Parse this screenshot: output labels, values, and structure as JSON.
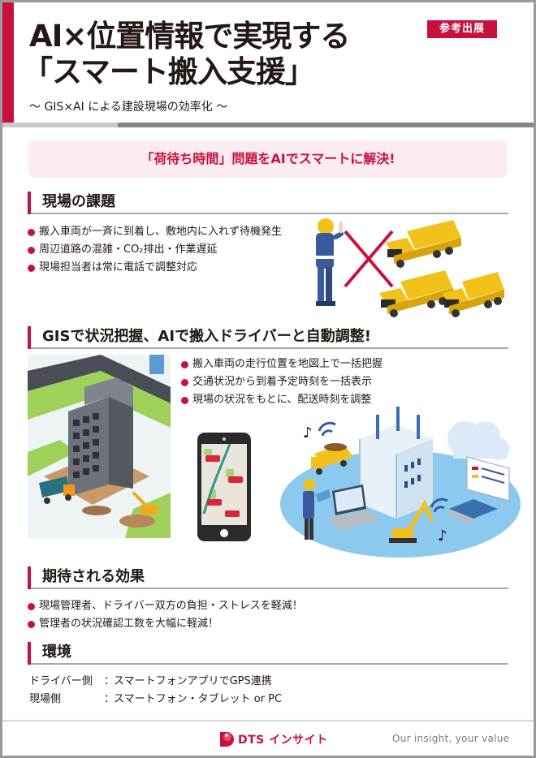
{
  "header": {
    "title_line1": "AI×位置情報で実現する",
    "title_line2": "「スマート搬入支援」",
    "badge": "参考出展",
    "subtitle": "～ GIS×AI による建設現場の効率化 ～"
  },
  "banner": {
    "text": "「荷待ち時間」問題をAIでスマートに解決!"
  },
  "sections": {
    "issues": {
      "heading": "現場の課題",
      "bullets": [
        "搬入車両が一斉に到着し、敷地内に入れず待機発生",
        "周辺道路の混雑・CO₂排出・作業遅延",
        "現場担当者は常に電話で調整対応"
      ]
    },
    "solution": {
      "heading": "GISで状況把握、AIで搬入ドライバーと自動調整!",
      "bullets": [
        "搬入車両の走行位置を地図上で一括把握",
        "交通状況から到着予定時刻を一括表示",
        "現場の状況をもとに、配送時刻を調整"
      ]
    },
    "effects": {
      "heading": "期待される効果",
      "bullets": [
        "現場管理者、ドライバー双方の負担・ストレスを軽減！",
        "管理者の状況確認工数を大幅に軽減！"
      ]
    },
    "environment": {
      "heading": "環境",
      "rows": [
        {
          "key": "ドライバー側",
          "sep": "：",
          "value": "スマートフォンアプリでGPS連携"
        },
        {
          "key": "現場側",
          "sep": "：",
          "value": "スマートフォン・タブレット or PC"
        }
      ]
    }
  },
  "illustrations": {
    "worker_trucks": "worker-stop-trucks-illustration",
    "construction_site": "isometric-construction-site-illustration",
    "smartphone_map": "smartphone-map-illustration",
    "connected_site": "connected-construction-site-illustration"
  },
  "footer": {
    "logo_text": "DTS インサイト",
    "tagline": "Our insight, your value"
  },
  "colors": {
    "accent_red": "#c8103e",
    "banner_pink": "#fdebf2",
    "text_dark": "#231815",
    "separator_light": "#c9c9c9",
    "separator_dark": "#8a8585",
    "truck_yellow": "#f2c21b",
    "worker_blue": "#3a5a9c",
    "cloud_blue": "#8cc9ee"
  }
}
